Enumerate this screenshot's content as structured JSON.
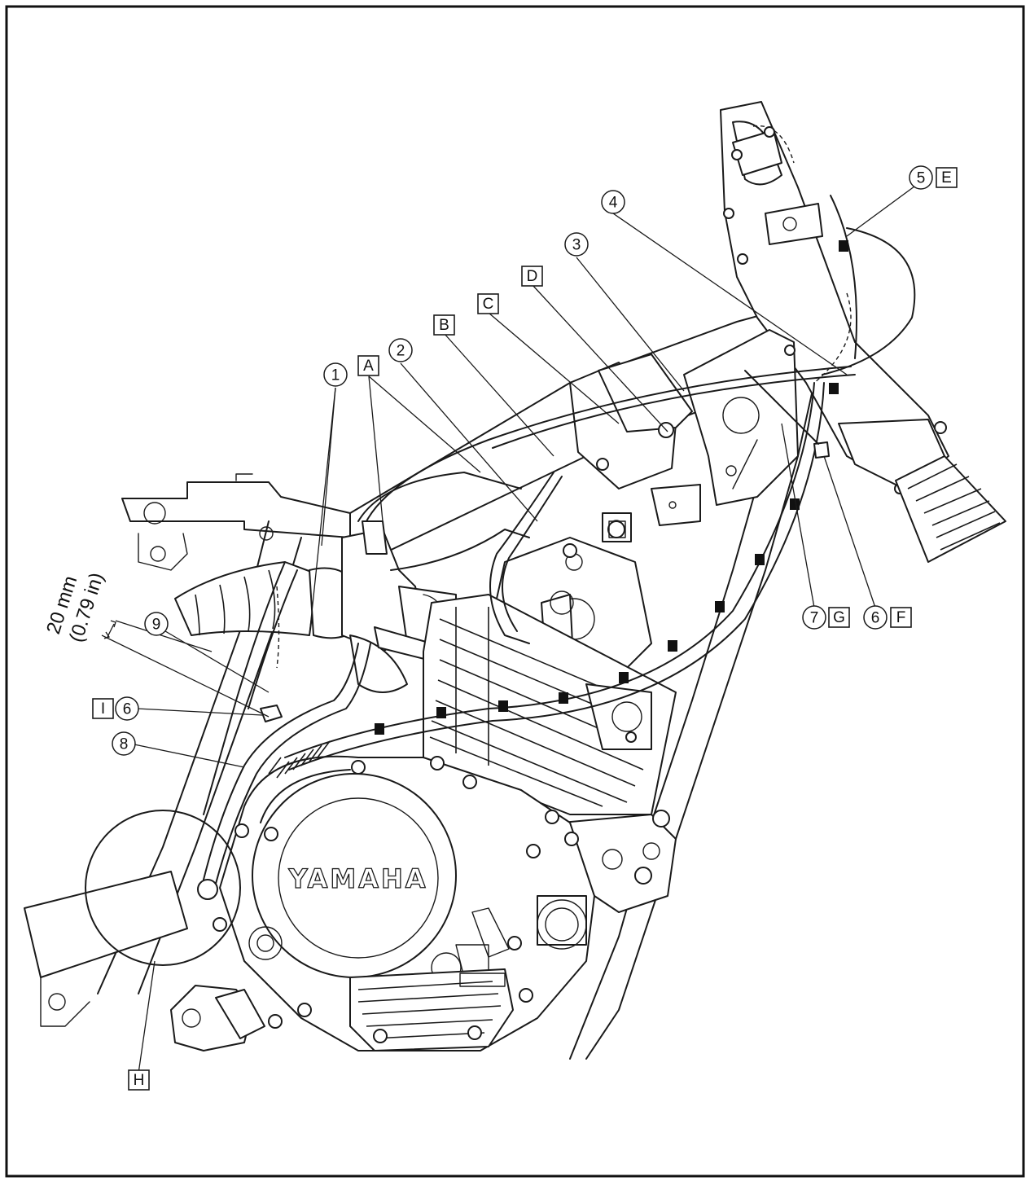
{
  "brand_text": "YAMAHA",
  "dimension": {
    "value": "20 mm",
    "imperial": "(0.79 in)"
  },
  "number_callouts": [
    {
      "id": "n1",
      "label": "1"
    },
    {
      "id": "n2",
      "label": "2"
    },
    {
      "id": "n3",
      "label": "3"
    },
    {
      "id": "n4",
      "label": "4"
    },
    {
      "id": "n5",
      "label": "5"
    },
    {
      "id": "n6a",
      "label": "6"
    },
    {
      "id": "n6b",
      "label": "6"
    },
    {
      "id": "n7",
      "label": "7"
    },
    {
      "id": "n8",
      "label": "8"
    },
    {
      "id": "n9",
      "label": "9"
    }
  ],
  "letter_callouts": [
    {
      "id": "A",
      "label": "A"
    },
    {
      "id": "B",
      "label": "B"
    },
    {
      "id": "C",
      "label": "C"
    },
    {
      "id": "D",
      "label": "D"
    },
    {
      "id": "E",
      "label": "E"
    },
    {
      "id": "F",
      "label": "F"
    },
    {
      "id": "G",
      "label": "G"
    },
    {
      "id": "H",
      "label": "H"
    },
    {
      "id": "I",
      "label": "I"
    }
  ]
}
